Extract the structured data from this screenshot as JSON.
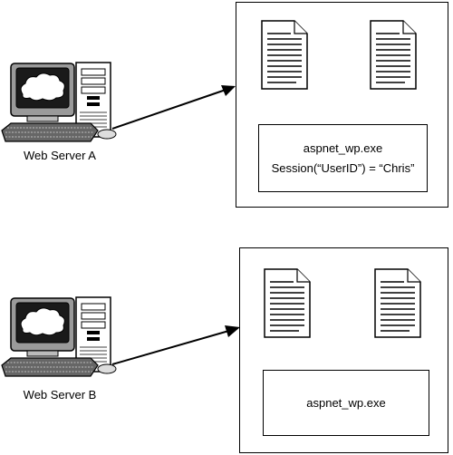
{
  "servers": [
    {
      "label": "Web Server A",
      "process": {
        "name": "aspnet_wp.exe",
        "session": "Session(“UserID”) = “Chris”"
      }
    },
    {
      "label": "Web Server B",
      "process": {
        "name": "aspnet_wp.exe"
      }
    }
  ],
  "colors": {
    "line": "#000000",
    "background": "#ffffff"
  }
}
